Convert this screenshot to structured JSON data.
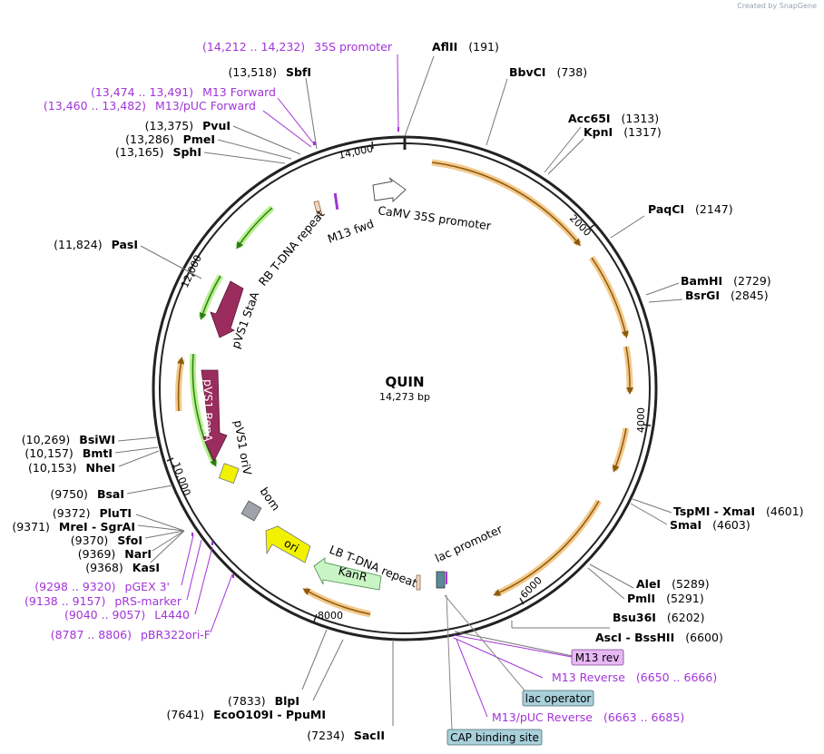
{
  "watermark": "Created by SnapGene",
  "plasmid": {
    "name": "QUIN",
    "size_label": "14,273 bp",
    "length": 14273
  },
  "ticks": [
    {
      "pos": 2000,
      "label": "2000"
    },
    {
      "pos": 4000,
      "label": "4000"
    },
    {
      "pos": 6000,
      "label": "6000"
    },
    {
      "pos": 8000,
      "label": "8000"
    },
    {
      "pos": 10000,
      "label": "10,000"
    },
    {
      "pos": 12000,
      "label": "12,000"
    },
    {
      "pos": 14000,
      "label": "14,000"
    }
  ],
  "enzyme_labels": [
    {
      "name": "AflII",
      "pos": "(191)"
    },
    {
      "name": "BbvCI",
      "pos": "(738)"
    },
    {
      "name": "Acc65I",
      "pos": "(1313)"
    },
    {
      "name": "KpnI",
      "pos": "(1317)"
    },
    {
      "name": "PaqCI",
      "pos": "(2147)"
    },
    {
      "name": "BamHI",
      "pos": "(2729)"
    },
    {
      "name": "BsrGI",
      "pos": "(2845)"
    },
    {
      "name": "TspMI  -  XmaI",
      "pos": "(4601)"
    },
    {
      "name": "SmaI",
      "pos": "(4603)"
    },
    {
      "name": "AleI",
      "pos": "(5289)"
    },
    {
      "name": "PmlI",
      "pos": "(5291)"
    },
    {
      "name": "Bsu36I",
      "pos": "(6202)"
    },
    {
      "name": "AscI  -  BssHII",
      "pos": "(6600)"
    },
    {
      "name": "SacII",
      "pos": "(7234)"
    },
    {
      "name": "EcoO109I  -  PpuMI",
      "pos": "(7641)"
    },
    {
      "name": "BlpI",
      "pos": "(7833)"
    },
    {
      "name": "KasI",
      "pos": "(9368)"
    },
    {
      "name": "NarI",
      "pos": "(9369)"
    },
    {
      "name": "SfoI",
      "pos": "(9370)"
    },
    {
      "name": "MreI  -  SgrAI",
      "pos": "(9371)"
    },
    {
      "name": "PluTI",
      "pos": "(9372)"
    },
    {
      "name": "BsaI",
      "pos": "(9750)"
    },
    {
      "name": "NheI",
      "pos": "(10,153)"
    },
    {
      "name": "BmtI",
      "pos": "(10,157)"
    },
    {
      "name": "BsiWI",
      "pos": "(10,269)"
    },
    {
      "name": "PasI",
      "pos": "(11,824)"
    },
    {
      "name": "SphI",
      "pos": "(13,165)"
    },
    {
      "name": "PmeI",
      "pos": "(13,286)"
    },
    {
      "name": "PvuI",
      "pos": "(13,375)"
    },
    {
      "name": "SbfI",
      "pos": "(13,518)"
    }
  ],
  "primer_labels": [
    {
      "name": "35S promoter",
      "range": "(14,212 .. 14,232)"
    },
    {
      "name": "M13 Forward",
      "range": "(13,474 .. 13,491)"
    },
    {
      "name": "M13/pUC Forward",
      "range": "(13,460 .. 13,482)"
    },
    {
      "name": "M13 Reverse",
      "range": "(6650 .. 6666)"
    },
    {
      "name": "M13/pUC Reverse",
      "range": "(6663 .. 6685)"
    },
    {
      "name": "pGEX 3'",
      "range": "(9298 .. 9320)"
    },
    {
      "name": "pRS-marker",
      "range": "(9138 .. 9157)"
    },
    {
      "name": "L4440",
      "range": "(9040 .. 9057)"
    },
    {
      "name": "pBR322ori-F",
      "range": "(8787 .. 8806)"
    }
  ],
  "boxed_labels": [
    {
      "name": "M13 rev",
      "color": "#e7b8f5"
    },
    {
      "name": "lac operator",
      "color": "#a8d0db"
    },
    {
      "name": "CAP binding site",
      "color": "#a8d0db"
    }
  ],
  "features": [
    {
      "name": "CaMV 35S promoter",
      "color": "#ffffff"
    },
    {
      "name": "M13 fwd",
      "color": "#a234d9"
    },
    {
      "name": "RB T-DNA repeat",
      "color": "#f5d5c0"
    },
    {
      "name": "pVS1 StaA",
      "color": "#9b2d5e"
    },
    {
      "name": "pVS1 RepA",
      "color": "#9b2d5e"
    },
    {
      "name": "pVS1 oriV",
      "color": "#f2f200"
    },
    {
      "name": "bom",
      "color": "#a0a4aa"
    },
    {
      "name": "ori",
      "color": "#f2f200"
    },
    {
      "name": "KanR",
      "color": "#c9f5c5"
    },
    {
      "name": "LB T-DNA repeat",
      "color": "#f5d5c0"
    },
    {
      "name": "lac promoter",
      "color": "#a8d0db"
    }
  ],
  "colors": {
    "orf_orange": "#f4c98a",
    "orf_green": "#b8ef8f",
    "primer": "#a234d9",
    "backbone": "#222222"
  }
}
